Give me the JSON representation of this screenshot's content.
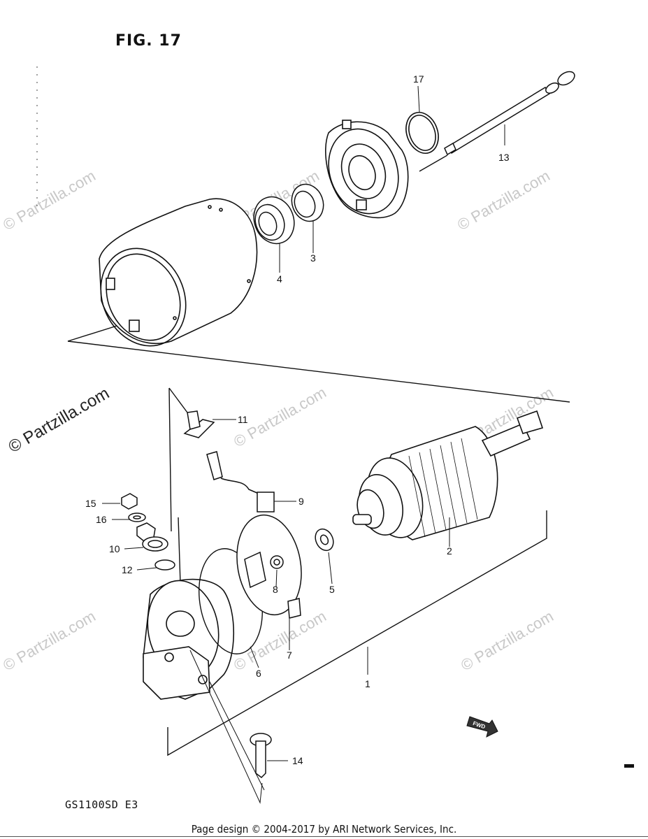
{
  "figure_title": "FIG. 17",
  "model_code": "GS1100SD E3",
  "footer": "Page design © 2004-2017 by ARI Network Services, Inc.",
  "watermark": "© Partzilla.com",
  "fwd_label": "FWD",
  "callouts": [
    {
      "id": "17",
      "part": "o-ring"
    },
    {
      "id": "13",
      "part": "through-bolt"
    },
    {
      "id": "4",
      "part": "bearing"
    },
    {
      "id": "3",
      "part": "oil-seal"
    },
    {
      "id": "11",
      "part": "brush-holder-clip"
    },
    {
      "id": "9",
      "part": "brush"
    },
    {
      "id": "15",
      "part": "nut"
    },
    {
      "id": "16",
      "part": "washer"
    },
    {
      "id": "10",
      "part": "nut-washer"
    },
    {
      "id": "12",
      "part": "o-ring-small"
    },
    {
      "id": "2",
      "part": "armature"
    },
    {
      "id": "5",
      "part": "washer-thrust"
    },
    {
      "id": "8",
      "part": "brush-plate-nut"
    },
    {
      "id": "6",
      "part": "o-ring-housing"
    },
    {
      "id": "7",
      "part": "brush-plate"
    },
    {
      "id": "1",
      "part": "starter-assembly"
    },
    {
      "id": "14",
      "part": "screw"
    }
  ]
}
